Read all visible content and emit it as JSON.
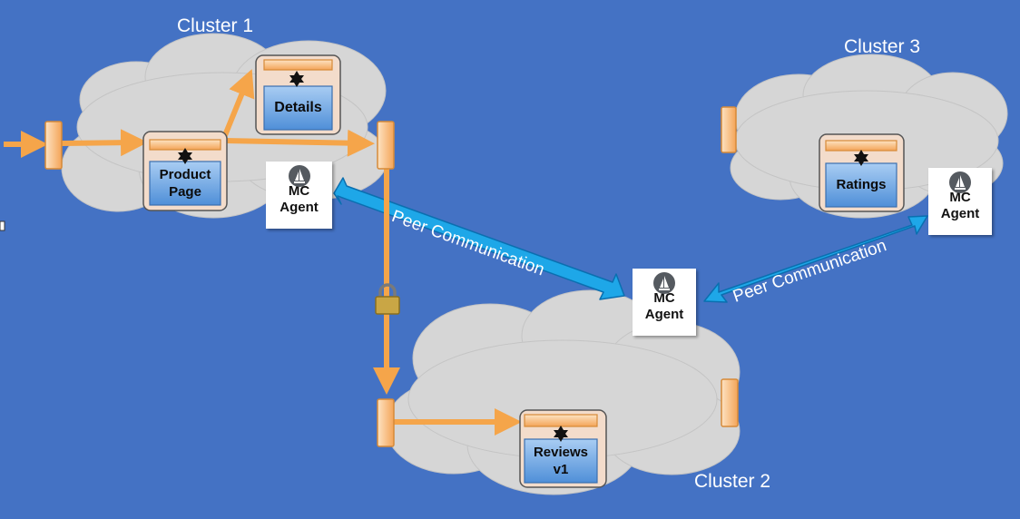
{
  "clusters": [
    {
      "label": "Cluster 1"
    },
    {
      "label": "Cluster 2"
    },
    {
      "label": "Cluster 3"
    }
  ],
  "services": {
    "product_page": "Product\nPage",
    "details": "Details",
    "reviews": "Reviews\nv1",
    "ratings": "Ratings"
  },
  "agents": [
    {
      "label": "MC\nAgent"
    },
    {
      "label": "MC\nAgent"
    },
    {
      "label": "MC\nAgent"
    }
  ],
  "peer_communication": [
    "Peer Communication",
    "Peer Communication"
  ],
  "icons": [
    "istio-sail-icon",
    "padlock-icon",
    "helm-wheel-icon"
  ],
  "colors": {
    "background": "#4472c4",
    "cloud": "#d6d6d6",
    "traffic_arrow": "#f5a54a",
    "peer_arrow": "#1ea7e8",
    "service_box": "#6aa8e8"
  }
}
